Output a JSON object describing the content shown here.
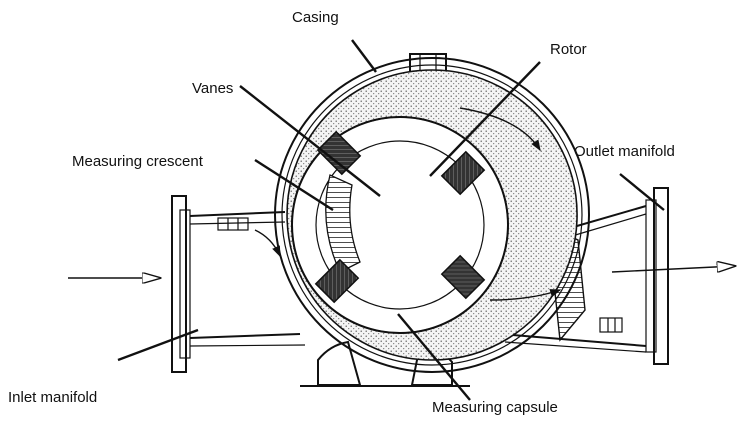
{
  "labels": {
    "casing": "Casing",
    "rotor": "Rotor",
    "vanes": "Vanes",
    "measuring_crescent": "Measuring crescent",
    "outlet_manifold": "Outlet manifold",
    "inlet_manifold": "Inlet manifold",
    "measuring_capsule": "Measuring capsule"
  }
}
